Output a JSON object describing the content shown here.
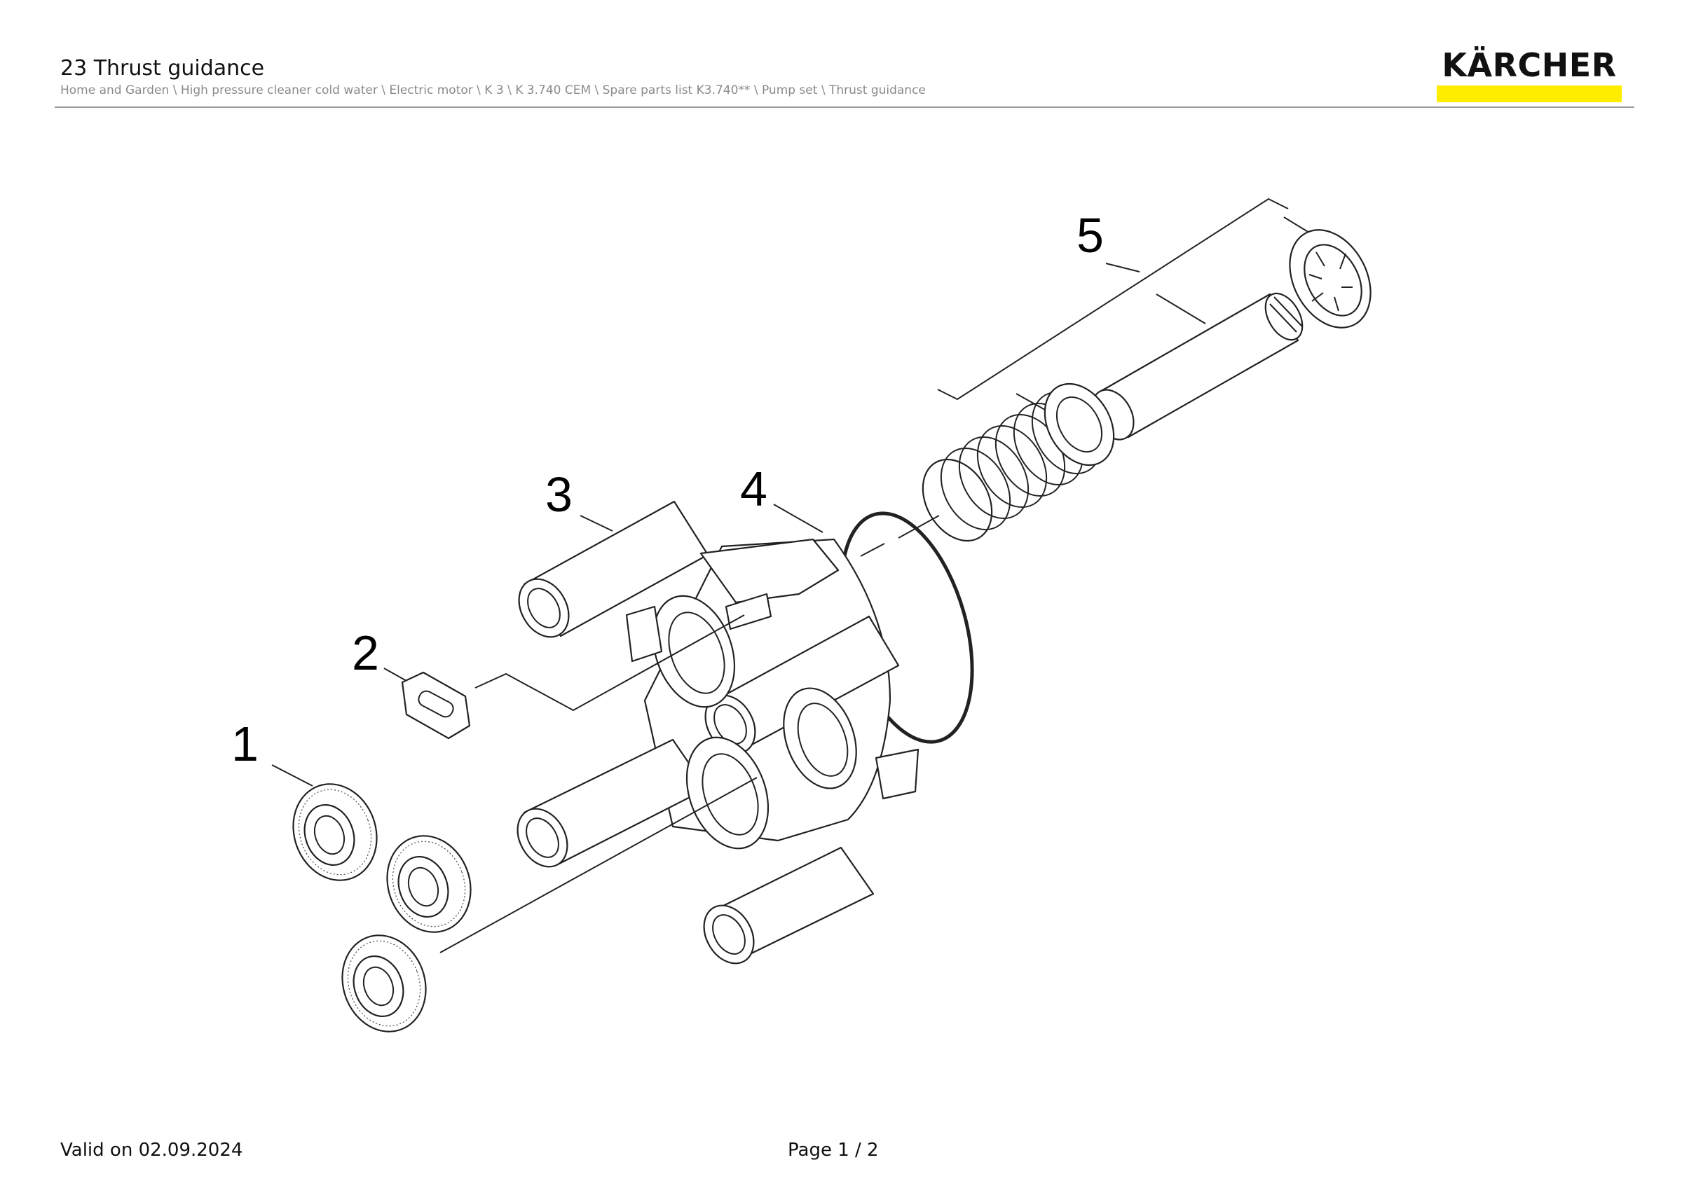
{
  "header": {
    "title": "23 Thrust guidance",
    "breadcrumb": "Home and Garden \\ High pressure cleaner cold water \\ Electric motor \\ K 3 \\ K 3.740 CEM \\ Spare parts list K3.740** \\ Pump set \\ Thrust guidance",
    "logo_text": "KÄRCHER",
    "brand_color": "#ffed00"
  },
  "drawing": {
    "callouts": [
      "1",
      "2",
      "3",
      "4",
      "5"
    ]
  },
  "footer": {
    "valid_on": "Valid on 02.09.2024",
    "page": "Page 1 / 2"
  }
}
